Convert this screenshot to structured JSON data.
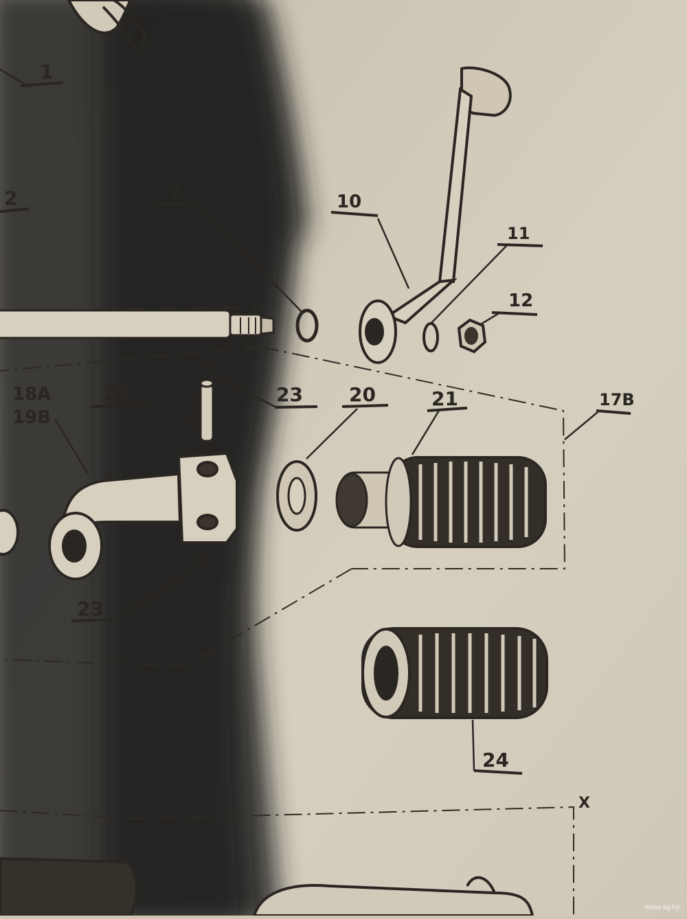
{
  "diagram": {
    "part_labels": {
      "p1": "1",
      "p2": "2",
      "p7": "7",
      "p10": "10",
      "p11": "11",
      "p12": "12",
      "p17b": "17B",
      "p18a": "18A",
      "p19b": "19B",
      "p20": "20",
      "p21": "21",
      "p22": "22",
      "p23a": "23",
      "p23b": "23",
      "p24": "24",
      "px": "X"
    }
  },
  "watermark": "www.ay.by",
  "colors": {
    "paper": "#d9d1c0",
    "ink": "#2a2622",
    "shadow": "#1a1a1c"
  }
}
